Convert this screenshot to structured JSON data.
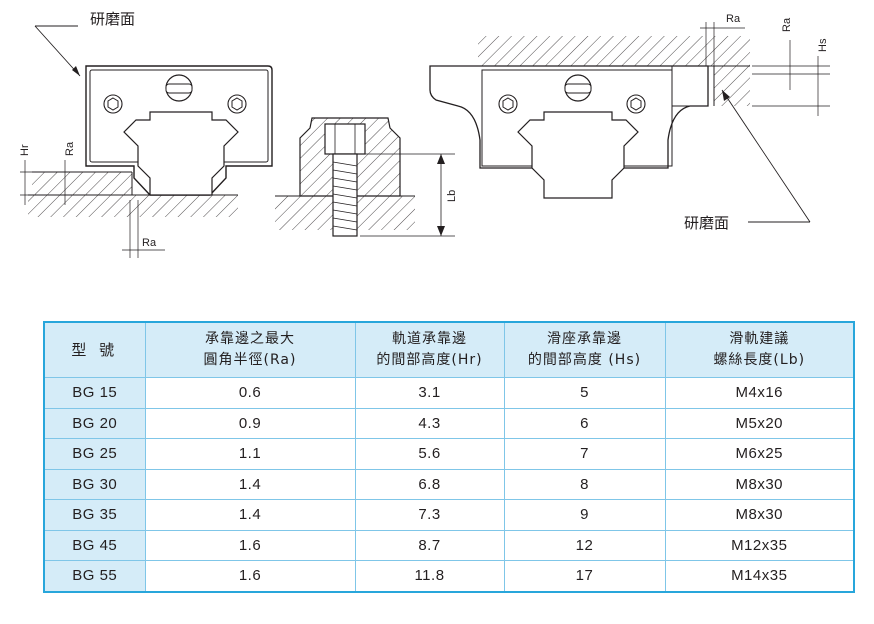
{
  "drawing": {
    "label_left": "研磨面",
    "label_right": "研磨面",
    "dim_hr": "Hr",
    "dim_ra_left_vertical": "Ra",
    "dim_ra_left_bottom": "Ra",
    "dim_lb": "Lb",
    "dim_ra_right_top": "Ra",
    "dim_ra_right_vertical": "Ra",
    "dim_hs": "Hs"
  },
  "table": {
    "headers": {
      "model": "型 號",
      "ra_line1": "承靠邊之最大",
      "ra_line2": "圓角半徑(Ra)",
      "hr_line1": "軌道承靠邊",
      "hr_line2": "的間部高度(Hr)",
      "hs_line1": "滑座承靠邊",
      "hs_line2": "的間部高度 (Hs)",
      "lb_line1": "滑軌建議",
      "lb_line2": "螺絲長度(Lb)"
    },
    "rows": [
      {
        "model": "BG 15",
        "ra": "0.6",
        "hr": "3.1",
        "hs": "5",
        "lb": "M4x16"
      },
      {
        "model": "BG 20",
        "ra": "0.9",
        "hr": "4.3",
        "hs": "6",
        "lb": "M5x20"
      },
      {
        "model": "BG 25",
        "ra": "1.1",
        "hr": "5.6",
        "hs": "7",
        "lb": "M6x25"
      },
      {
        "model": "BG 30",
        "ra": "1.4",
        "hr": "6.8",
        "hs": "8",
        "lb": "M8x30"
      },
      {
        "model": "BG 35",
        "ra": "1.4",
        "hr": "7.3",
        "hs": "9",
        "lb": "M8x30"
      },
      {
        "model": "BG 45",
        "ra": "1.6",
        "hr": "8.7",
        "hs": "12",
        "lb": "M12x35"
      },
      {
        "model": "BG 55",
        "ra": "1.6",
        "hr": "11.8",
        "hs": "17",
        "lb": "M14x35"
      }
    ]
  }
}
